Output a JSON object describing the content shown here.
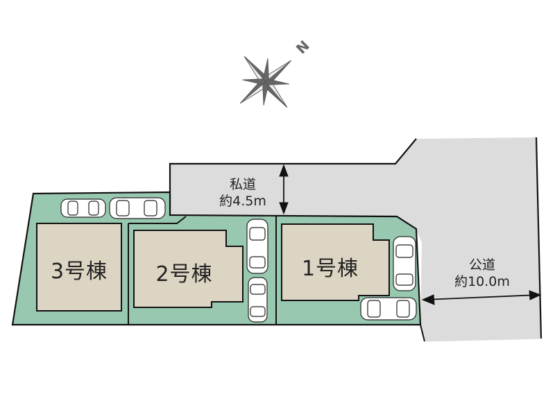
{
  "map": {
    "compass": {
      "icon": "compass-rose-icon",
      "north_label": "N"
    },
    "roads": {
      "private": {
        "name": "私道",
        "width": "約4.5m"
      },
      "public": {
        "name": "公道",
        "width": "約10.0m"
      }
    },
    "lots": [
      {
        "label": "3号棟"
      },
      {
        "label": "2号棟"
      },
      {
        "label": "1号棟"
      }
    ],
    "colors": {
      "lot_fill": "#99c8b0",
      "building_fill": "#ddd5c3",
      "road_fill": "#dcdcdc",
      "outline": "#111111",
      "compass": "#666666"
    }
  }
}
